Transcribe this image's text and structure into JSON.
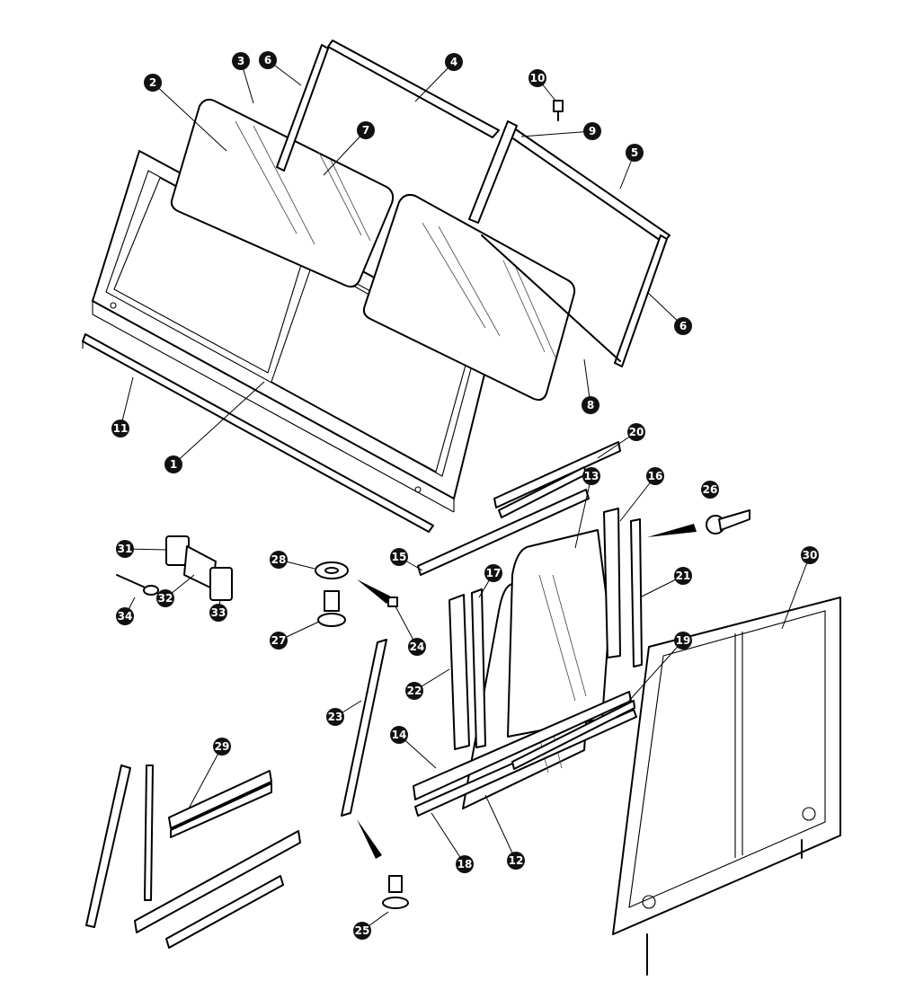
{
  "callouts": [
    {
      "label": "1"
    },
    {
      "label": "2"
    },
    {
      "label": "3"
    },
    {
      "label": "4"
    },
    {
      "label": "5"
    },
    {
      "label": "6"
    },
    {
      "label": "6"
    },
    {
      "label": "7"
    },
    {
      "label": "8"
    },
    {
      "label": "9"
    },
    {
      "label": "10"
    },
    {
      "label": "11"
    },
    {
      "label": "12"
    },
    {
      "label": "13"
    },
    {
      "label": "14"
    },
    {
      "label": "15"
    },
    {
      "label": "16"
    },
    {
      "label": "17"
    },
    {
      "label": "18"
    },
    {
      "label": "19"
    },
    {
      "label": "20"
    },
    {
      "label": "21"
    },
    {
      "label": "22"
    },
    {
      "label": "23"
    },
    {
      "label": "24"
    },
    {
      "label": "25"
    },
    {
      "label": "26"
    },
    {
      "label": "27"
    },
    {
      "label": "28"
    },
    {
      "label": "29"
    },
    {
      "label": "30"
    },
    {
      "label": "31"
    },
    {
      "label": "32"
    },
    {
      "label": "33"
    },
    {
      "label": "34"
    }
  ]
}
